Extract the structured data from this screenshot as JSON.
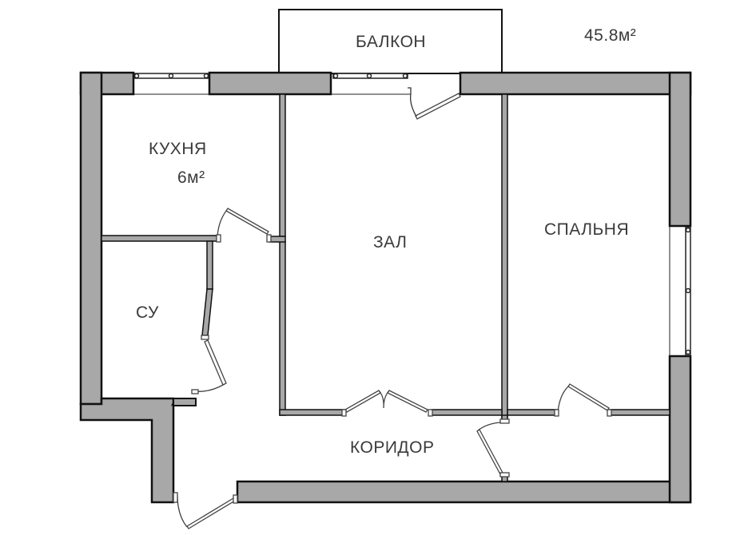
{
  "plan": {
    "total_area": "45.8м²",
    "colors": {
      "wall_fill": "#a8a8a8",
      "wall_stroke": "#111111",
      "background": "#ffffff",
      "label": "#3a3a3a"
    },
    "rooms": [
      {
        "id": "balcony",
        "label": "БАЛКОН"
      },
      {
        "id": "kitchen",
        "label": "КУХНЯ",
        "area": "6м²"
      },
      {
        "id": "hall",
        "label": "ЗАЛ"
      },
      {
        "id": "bedroom",
        "label": "СПАЛЬНЯ"
      },
      {
        "id": "bathroom",
        "label": "СУ"
      },
      {
        "id": "corridor",
        "label": "КОРИДОР"
      }
    ]
  }
}
